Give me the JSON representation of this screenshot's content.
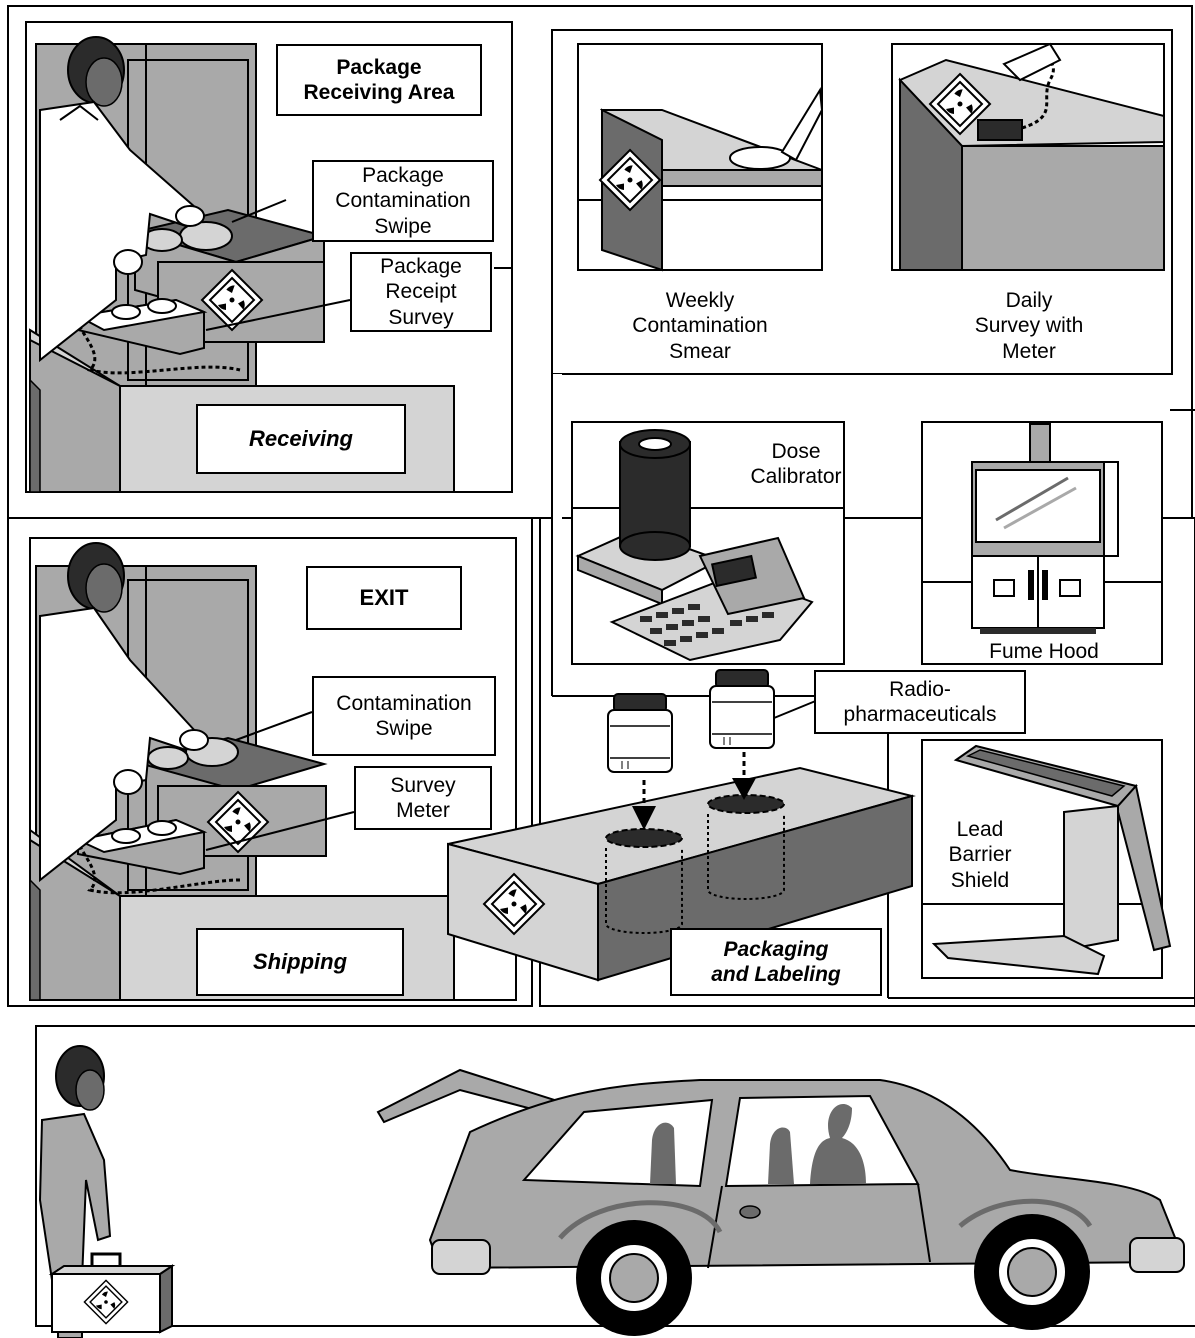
{
  "colors": {
    "fill_light": "#d4d4d4",
    "fill_mid": "#a9a9a9",
    "fill_dark": "#6b6b6b",
    "outline": "#000000",
    "paper": "#ffffff"
  },
  "icons": [
    "radiation-warning-icon",
    "survey-meter-icon",
    "person-icon",
    "vial-icon",
    "car-icon"
  ],
  "receiving": {
    "area_title": "Package\nReceiving Area",
    "contamination_swipe": "Package\nContamination\nSwipe",
    "receipt_survey": "Package\nReceipt\nSurvey",
    "section_label": "Receiving"
  },
  "monitoring": {
    "weekly": "Weekly\nContamination\nSmear",
    "daily": "Daily\nSurvey with\nMeter"
  },
  "lab": {
    "dose_calibrator": "Dose\nCalibrator",
    "fume_hood": "Fume Hood",
    "radiopharmaceuticals": "Radio-\npharmaceuticals",
    "lead_barrier": "Lead\nBarrier\nShield",
    "packaging": "Packaging\nand Labeling"
  },
  "shipping": {
    "exit": "EXIT",
    "contamination_swipe": "Contamination\nSwipe",
    "survey_meter": "Survey\nMeter",
    "section_label": "Shipping"
  }
}
